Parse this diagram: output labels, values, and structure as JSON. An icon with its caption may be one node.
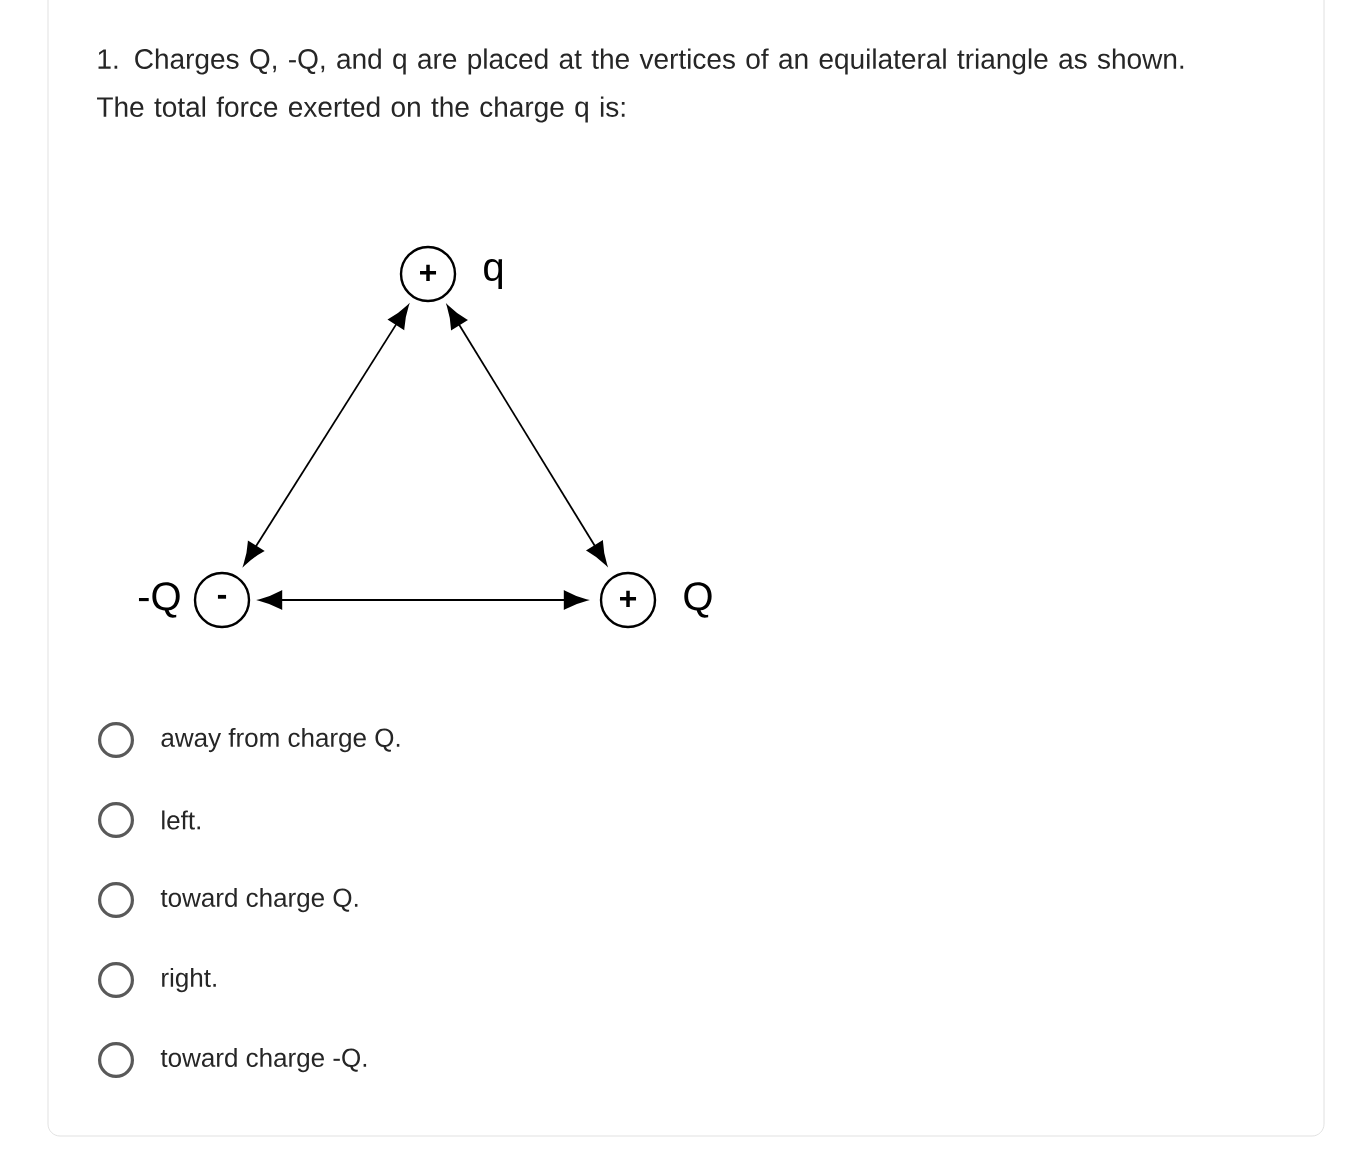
{
  "diagram": {
    "title": "1. Charges Q, -Q, and q are placed at the vertices of an equilateral triangle as shown. The total force exerted on the charge q is:",
    "nodes": [
      {
        "text": [
          "+"
        ],
        "beside": [
          "q"
        ]
      },
      {
        "text": [
          "-"
        ],
        "beside": [
          "-Q"
        ]
      },
      {
        "text": [
          "+"
        ],
        "beside": [
          "Q"
        ]
      }
    ],
    "edges": [
      {
        "from": 0,
        "to": 1,
        "arrow": "both"
      },
      {
        "from": 0,
        "to": 2,
        "arrow": "both"
      },
      {
        "from": 1,
        "to": 2,
        "arrow": "both"
      }
    ],
    "labels": [
      "away from charge Q.",
      "left.",
      "toward charge Q.",
      "right.",
      "toward charge -Q."
    ]
  }
}
